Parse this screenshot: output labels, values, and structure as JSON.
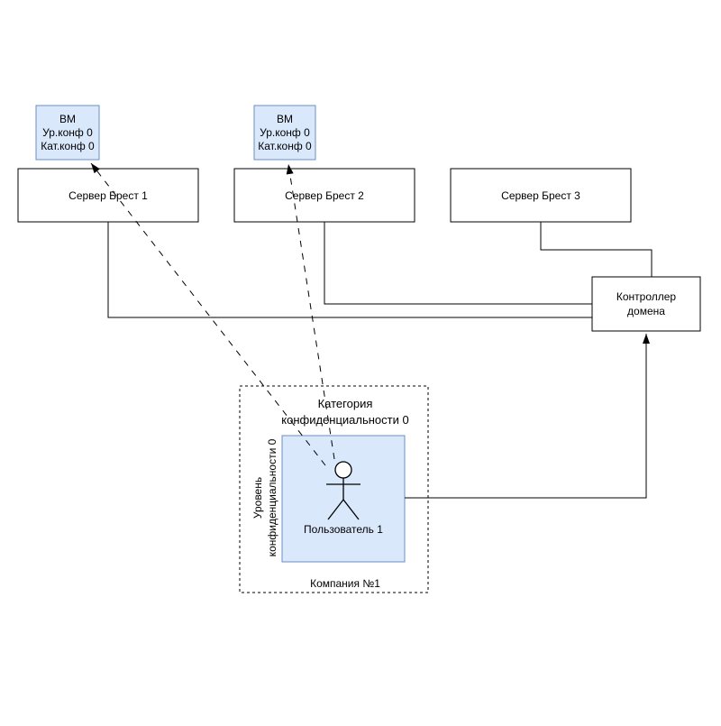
{
  "diagram": {
    "vms": [
      {
        "lines": [
          "ВМ",
          "Ур.конф 0",
          "Кат.конф 0"
        ]
      },
      {
        "lines": [
          "ВМ",
          "Ур.конф 0",
          "Кат.конф 0"
        ]
      }
    ],
    "servers": [
      {
        "label": "Сервер Брест 1"
      },
      {
        "label": "Сервер Брест 2"
      },
      {
        "label": "Сервер Брест 3"
      }
    ],
    "domain_controller": {
      "lines": [
        "Контроллер",
        "домена"
      ]
    },
    "company": {
      "label": "Компания №1",
      "category": {
        "lines": [
          "Категория",
          "конфиденциальности 0"
        ]
      },
      "level": {
        "lines": [
          "Уровень",
          "конфиденциальности 0"
        ]
      },
      "user": {
        "label": "Пользователь 1"
      }
    },
    "colors": {
      "node_fill": "#dae8fc",
      "node_stroke": "#6c8ebf",
      "line": "#000000",
      "background": "#ffffff"
    }
  }
}
